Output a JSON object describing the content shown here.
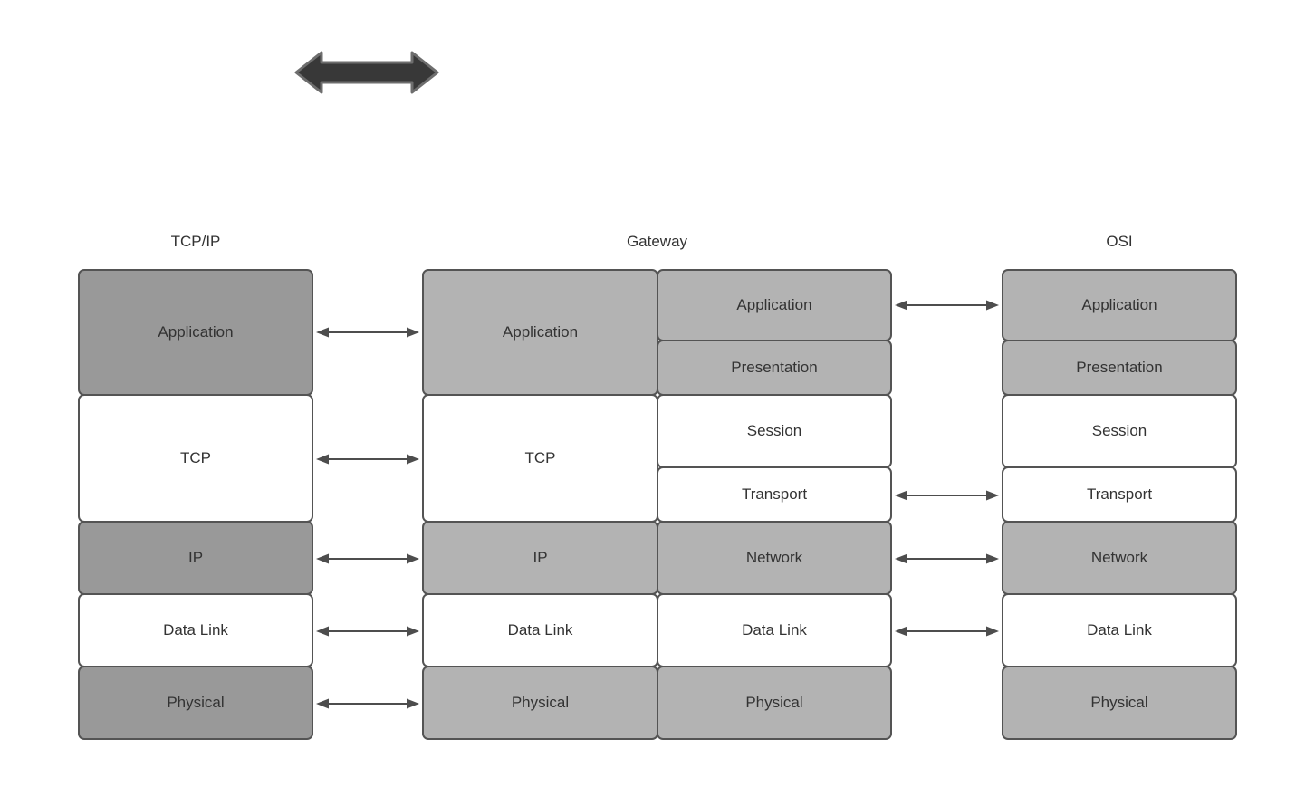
{
  "diagram": {
    "type": "network-model-comparison",
    "columns": {
      "tcpip": {
        "header": "TCP/IP",
        "layers": [
          "Application",
          "TCP",
          "IP",
          "Data Link",
          "Physical"
        ]
      },
      "gateway": {
        "header": "Gateway",
        "left_stack": [
          "Application",
          "TCP",
          "IP",
          "Data Link",
          "Physical"
        ],
        "right_stack": [
          "Application",
          "Presentation",
          "Session",
          "Transport",
          "Network",
          "Data Link",
          "Physical"
        ]
      },
      "osi": {
        "header": "OSI",
        "layers": [
          "Application",
          "Presentation",
          "Session",
          "Transport",
          "Network",
          "Data Link",
          "Physical"
        ]
      }
    },
    "connectors": {
      "tcpip_to_gateway_rows": [
        "Application",
        "TCP",
        "IP",
        "Data Link",
        "Physical"
      ],
      "gateway_to_osi_rows": [
        "Application",
        "Transport",
        "Network",
        "Data Link"
      ]
    }
  },
  "colors": {
    "dark_fill": "#999999",
    "light_fill": "#b3b3b3",
    "white_fill": "#ffffff",
    "box_border": "#545454",
    "label_text": "#333333",
    "connector": "#4d4d4d",
    "block_arrow_fill": "#383838",
    "block_arrow_stroke": "#6e6e6e"
  }
}
